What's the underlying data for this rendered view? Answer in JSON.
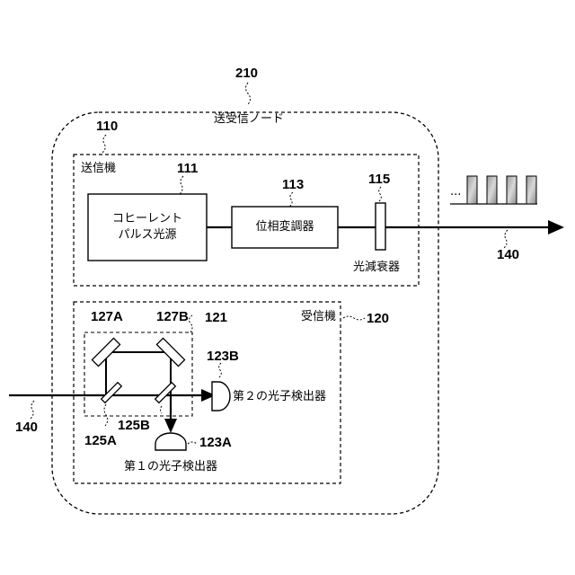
{
  "diagram": {
    "node": {
      "ref": "210",
      "label": "送受信ノード"
    },
    "transmitter": {
      "ref": "110",
      "label": "送信機",
      "source": {
        "ref": "111",
        "line1": "コヒーレント",
        "line2": "パルス光源"
      },
      "modulator": {
        "ref": "113",
        "label": "位相変調器"
      },
      "attenuator": {
        "ref": "115",
        "label": "光減衰器"
      }
    },
    "output_line": {
      "ref": "140",
      "dots": "..."
    },
    "receiver": {
      "ref": "120",
      "label": "受信機",
      "interferometer": {
        "ref": "121"
      },
      "mirror_a": {
        "ref": "127A"
      },
      "mirror_b": {
        "ref": "127B"
      },
      "splitter_a": {
        "ref": "125A"
      },
      "splitter_b": {
        "ref": "125B"
      },
      "detector_2": {
        "ref": "123B",
        "label": "第２の光子検出器"
      },
      "detector_1": {
        "ref": "123A",
        "label": "第１の光子検出器"
      }
    },
    "input_line": {
      "ref": "140"
    }
  }
}
